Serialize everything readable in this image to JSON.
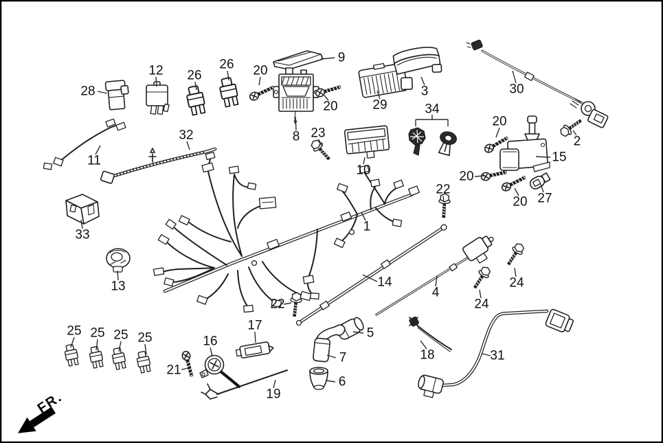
{
  "diagram": {
    "fr_label": "FR.",
    "labels": {
      "p1": "1",
      "p2": "2",
      "p3": "3",
      "p4": "4",
      "p5": "5",
      "p6": "6",
      "p7": "7",
      "p8": "8",
      "p9": "9",
      "p10": "10",
      "p11": "11",
      "p12": "12",
      "p13": "13",
      "p14": "14",
      "p15": "15",
      "p16": "16",
      "p17": "17",
      "p18": "18",
      "p19": "19",
      "p20a": "20",
      "p20b": "20",
      "p20c": "20",
      "p20d": "20",
      "p20e": "20",
      "p21": "21",
      "p22a": "22",
      "p22b": "22",
      "p23": "23",
      "p24a": "24",
      "p24b": "24",
      "p25a": "25",
      "p25b": "25",
      "p25c": "25",
      "p25d": "25",
      "p26a": "26",
      "p26b": "26",
      "p27": "27",
      "p28": "28",
      "p29": "29",
      "p30": "30",
      "p31": "31",
      "p32": "32",
      "p33": "33",
      "p34": "34"
    }
  }
}
